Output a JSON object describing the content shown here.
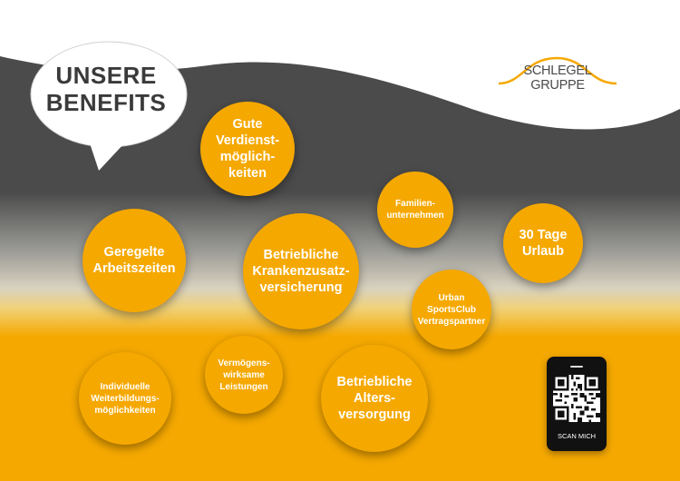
{
  "speech_bubble": {
    "line1": "UNSERE",
    "line2": "BENEFITS"
  },
  "logo": {
    "text": "SCHLEGEL GRUPPE"
  },
  "benefits": [
    "Gute\nVerdienst-\nmöglich-\nkeiten",
    "Familien-\nunternehmen",
    "30 Tage\nUrlaub",
    "Geregelte\nArbeitszeiten",
    "Betriebliche\nKrankenzusatz-\nversicherung",
    "Urban\nSportsClub\nVertragspartner",
    "Vermögens-\nwirksame\nLeistungen",
    "Individuelle\nWeiterbildungs-\nmöglichkeiten",
    "Betriebliche\nAlters-\nversorgung"
  ],
  "qr": {
    "label": "SCAN MICH"
  },
  "colors": {
    "accent": "#f5a800",
    "dark": "#4a4a4a",
    "white": "#ffffff"
  }
}
